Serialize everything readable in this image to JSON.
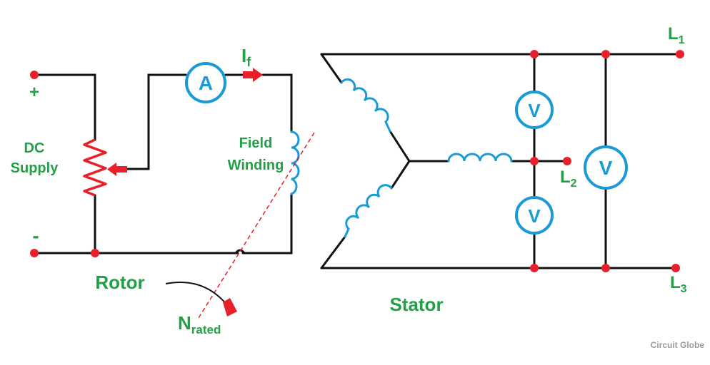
{
  "colors": {
    "wire": "#111111",
    "coil": "#1a9ad6",
    "node": "#e8202a",
    "label": "#22a046",
    "watermark": "#9a9a9a"
  },
  "labels": {
    "plus": "+",
    "minus": "-",
    "dc_line1": "DC",
    "dc_line2": "Supply",
    "field_line1": "Field",
    "field_line2": "Winding",
    "current_main": "I",
    "current_sub": "f",
    "rotor": "Rotor",
    "stator": "Stator",
    "speed_main": "N",
    "speed_sub": "rated",
    "l1_main": "L",
    "l1_sub": "1",
    "l2_main": "L",
    "l2_sub": "2",
    "l3_main": "L",
    "l3_sub": "3"
  },
  "meters": {
    "ammeter": "A",
    "voltmeter_top": "V",
    "voltmeter_bottom": "V",
    "voltmeter_line": "V"
  },
  "watermark": "Circuit Globe"
}
